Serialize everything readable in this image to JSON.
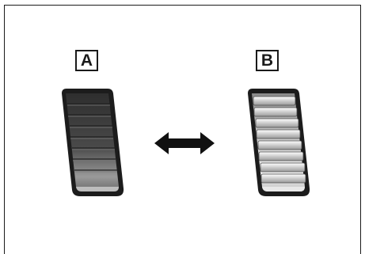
{
  "figure": {
    "labels": {
      "a": "A",
      "b": "B"
    },
    "items": [
      {
        "id": "a",
        "icon": "pedal-icon",
        "shade": "dark"
      },
      {
        "id": "b",
        "icon": "pedal-icon",
        "shade": "light"
      }
    ],
    "connector_icon": "double-arrow-icon",
    "colors": {
      "outline": "#1a1a1a",
      "pedal_a_dark": "#3a3a3a",
      "pedal_a_light": "#8a8a8a",
      "pedal_b_dark": "#5a5a5a",
      "pedal_b_light": "#e6e6e6"
    }
  }
}
